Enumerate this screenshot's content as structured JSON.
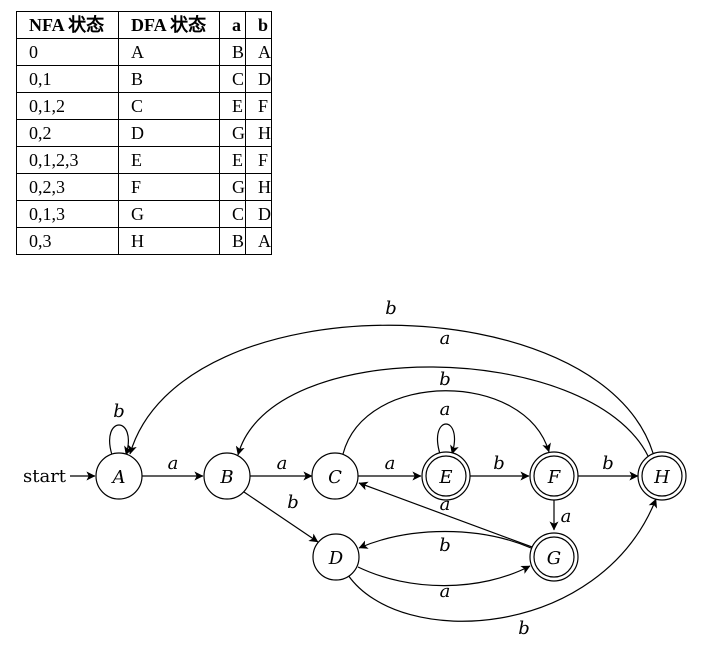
{
  "table": {
    "headers": [
      "NFA 状态",
      "DFA 状态",
      "a",
      "b"
    ],
    "rows": [
      [
        "0",
        "A",
        "B",
        "A"
      ],
      [
        "0,1",
        "B",
        "C",
        "D"
      ],
      [
        "0,1,2",
        "C",
        "E",
        "F"
      ],
      [
        "0,2",
        "D",
        "G",
        "H"
      ],
      [
        "0,1,2,3",
        "E",
        "E",
        "F"
      ],
      [
        "0,2,3",
        "F",
        "G",
        "H"
      ],
      [
        "0,1,3",
        "G",
        "C",
        "D"
      ],
      [
        "0,3",
        "H",
        "B",
        "A"
      ]
    ]
  },
  "diagram": {
    "start_label": "start",
    "states": [
      {
        "id": "A",
        "label": "A",
        "accepting": false
      },
      {
        "id": "B",
        "label": "B",
        "accepting": false
      },
      {
        "id": "C",
        "label": "C",
        "accepting": false
      },
      {
        "id": "E",
        "label": "E",
        "accepting": true
      },
      {
        "id": "F",
        "label": "F",
        "accepting": true
      },
      {
        "id": "H",
        "label": "H",
        "accepting": true
      },
      {
        "id": "D",
        "label": "D",
        "accepting": false
      },
      {
        "id": "G",
        "label": "G",
        "accepting": true
      }
    ],
    "transitions": [
      {
        "from": "A",
        "to": "A",
        "label": "b"
      },
      {
        "from": "A",
        "to": "B",
        "label": "a"
      },
      {
        "from": "B",
        "to": "C",
        "label": "a"
      },
      {
        "from": "B",
        "to": "D",
        "label": "b"
      },
      {
        "from": "C",
        "to": "E",
        "label": "a"
      },
      {
        "from": "C",
        "to": "F",
        "label": "b"
      },
      {
        "from": "E",
        "to": "E",
        "label": "a"
      },
      {
        "from": "E",
        "to": "F",
        "label": "b"
      },
      {
        "from": "F",
        "to": "H",
        "label": "b"
      },
      {
        "from": "F",
        "to": "G",
        "label": "a"
      },
      {
        "from": "G",
        "to": "C",
        "label": "a"
      },
      {
        "from": "G",
        "to": "D",
        "label": "b"
      },
      {
        "from": "D",
        "to": "G",
        "label": "a"
      },
      {
        "from": "D",
        "to": "H",
        "label": "b"
      },
      {
        "from": "H",
        "to": "A",
        "label": "b"
      },
      {
        "from": "H",
        "to": "B",
        "label": "a"
      }
    ]
  }
}
